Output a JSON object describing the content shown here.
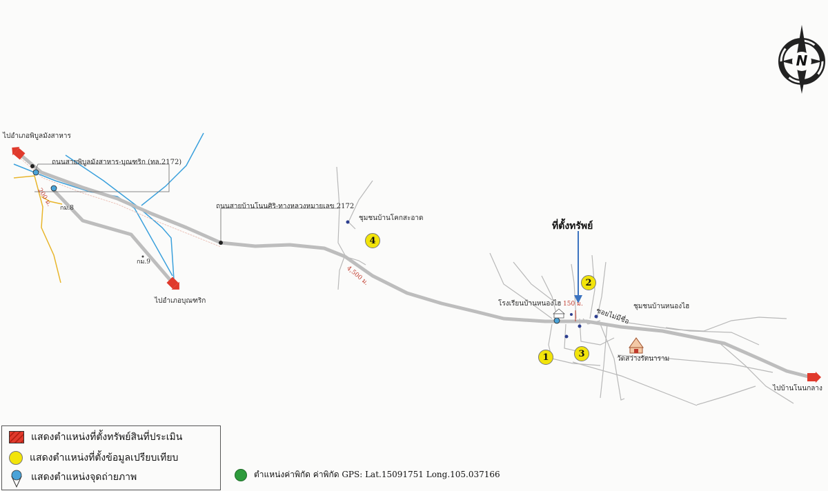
{
  "title": "ที่ตั้งทรัพย์",
  "compass": {
    "label": "N"
  },
  "labels": {
    "to_phibun": "ไปอำเภอพิบูลมังสาหาร",
    "road_2172": "ถนนสายพิบูลมังสาหาร-บุณฑริก (ทล.2172)",
    "dist_200": "200 ม.",
    "km8": "กม.8",
    "km9": "กม.9",
    "to_buntharik": "ไปอำเภอบุณฑริก",
    "road_nonsiri": "ถนนสายบ้านโนนศิริ-ทางหลวงหมายเลข 2172",
    "community_khoksa_at": "ชุมชนบ้านโคกสะอาด",
    "dist_4500": "4,500 ม.",
    "school": "โรงเรียนบ้านหนองไฮ",
    "dist_150": "150 ม.",
    "soi": "ซอยไม่มีชื่อ",
    "community_nonghai": "ชุมชนบ้านหนองไฮ",
    "temple": "วัดสว่างรัตนาราม",
    "to_nonklang": "ไปบ้านโนนกลาง"
  },
  "markers": [
    "1",
    "2",
    "3",
    "4"
  ],
  "legend": {
    "items": [
      {
        "icon": "hatched-red-square-icon",
        "label": "แสดงตำแหน่งที่ตั้งทรัพย์สินที่ประเมิน",
        "color": "#e03a2c"
      },
      {
        "icon": "yellow-circle-icon",
        "label": "แสดงตำแหน่งที่ตั้งข้อมูลเปรียบเทียบ",
        "color": "#f2e40a"
      },
      {
        "icon": "camera-pin-icon",
        "label": "แสดงตำแหน่งจุดถ่ายภาพ",
        "color": "#4aa3d8"
      }
    ]
  },
  "gps": {
    "label": "ตำแหน่งค่าพิกัด ค่าพิกัด GPS: Lat.15091751  Long.105.037166",
    "color": "#2e9b3c"
  },
  "colors": {
    "main_road": "#bdbdbd",
    "minor_road": "#b8b8b8",
    "river": "#3aa0dc",
    "stream": "#e8b52a",
    "arrow": "#3b73c0",
    "endpoint": "#e03a2c"
  }
}
